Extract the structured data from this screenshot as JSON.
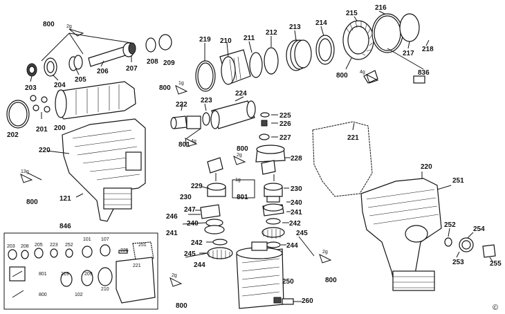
{
  "labels": [
    {
      "id": "l800a",
      "text": "800"
    },
    {
      "id": "l203",
      "text": "203"
    },
    {
      "id": "l204",
      "text": "204"
    },
    {
      "id": "l205",
      "text": "205"
    },
    {
      "id": "l206",
      "text": "206"
    },
    {
      "id": "l207",
      "text": "207"
    },
    {
      "id": "l208",
      "text": "208"
    },
    {
      "id": "l209",
      "text": "209"
    },
    {
      "id": "l219",
      "text": "219"
    },
    {
      "id": "l210",
      "text": "210"
    },
    {
      "id": "l211",
      "text": "211"
    },
    {
      "id": "l212",
      "text": "212"
    },
    {
      "id": "l213",
      "text": "213"
    },
    {
      "id": "l214",
      "text": "214"
    },
    {
      "id": "l215",
      "text": "215"
    },
    {
      "id": "l216",
      "text": "216"
    },
    {
      "id": "l217",
      "text": "217"
    },
    {
      "id": "l218",
      "text": "218"
    },
    {
      "id": "l836",
      "text": "836"
    },
    {
      "id": "l800b",
      "text": "800"
    },
    {
      "id": "l800c",
      "text": "800"
    },
    {
      "id": "l202",
      "text": "202"
    },
    {
      "id": "l201",
      "text": "201"
    },
    {
      "id": "l200",
      "text": "200"
    },
    {
      "id": "l220a",
      "text": "220"
    },
    {
      "id": "l222",
      "text": "222"
    },
    {
      "id": "l223",
      "text": "223"
    },
    {
      "id": "l224",
      "text": "224"
    },
    {
      "id": "l225",
      "text": "225"
    },
    {
      "id": "l226",
      "text": "226"
    },
    {
      "id": "l227",
      "text": "227"
    },
    {
      "id": "l221",
      "text": "221"
    },
    {
      "id": "l801a",
      "text": "801"
    },
    {
      "id": "l800d",
      "text": "800"
    },
    {
      "id": "l228",
      "text": "228"
    },
    {
      "id": "l229",
      "text": "229"
    },
    {
      "id": "l230a",
      "text": "230"
    },
    {
      "id": "l230b",
      "text": "230"
    },
    {
      "id": "l801b",
      "text": "801"
    },
    {
      "id": "l247",
      "text": "247"
    },
    {
      "id": "l240a",
      "text": "240"
    },
    {
      "id": "l246",
      "text": "246"
    },
    {
      "id": "l241a",
      "text": "241"
    },
    {
      "id": "l240b",
      "text": "240"
    },
    {
      "id": "l242a",
      "text": "242"
    },
    {
      "id": "l241b",
      "text": "241"
    },
    {
      "id": "l242b",
      "text": "242"
    },
    {
      "id": "l245a",
      "text": "245"
    },
    {
      "id": "l244a",
      "text": "244"
    },
    {
      "id": "l245b",
      "text": "245"
    },
    {
      "id": "l244b",
      "text": "244"
    },
    {
      "id": "l250",
      "text": "250"
    },
    {
      "id": "l260",
      "text": "260"
    },
    {
      "id": "l800e",
      "text": "800"
    },
    {
      "id": "l800f",
      "text": "800"
    },
    {
      "id": "l220b",
      "text": "220"
    },
    {
      "id": "l251a",
      "text": "251"
    },
    {
      "id": "l252",
      "text": "252"
    },
    {
      "id": "l254",
      "text": "254"
    },
    {
      "id": "l253",
      "text": "253"
    },
    {
      "id": "l255",
      "text": "255"
    },
    {
      "id": "l121",
      "text": "121"
    },
    {
      "id": "l800g",
      "text": "800"
    },
    {
      "id": "l846",
      "text": "846"
    }
  ],
  "inset": {
    "labels": [
      {
        "id": "i203",
        "text": "203"
      },
      {
        "id": "i208",
        "text": "208"
      },
      {
        "id": "i205",
        "text": "205"
      },
      {
        "id": "i223",
        "text": "223"
      },
      {
        "id": "i252",
        "text": "252"
      },
      {
        "id": "i101",
        "text": "101"
      },
      {
        "id": "i107",
        "text": "107"
      },
      {
        "id": "i225",
        "text": "225"
      },
      {
        "id": "i251",
        "text": "251"
      },
      {
        "id": "i801",
        "text": "801"
      },
      {
        "id": "i219",
        "text": "219"
      },
      {
        "id": "i209",
        "text": "209"
      },
      {
        "id": "i210",
        "text": "210"
      },
      {
        "id": "i221",
        "text": "221"
      },
      {
        "id": "i800",
        "text": "800"
      },
      {
        "id": "i102",
        "text": "102"
      }
    ]
  },
  "grease": [
    {
      "id": "g1",
      "text": "2g"
    },
    {
      "id": "g2",
      "text": "1g"
    },
    {
      "id": "g3",
      "text": "4g"
    },
    {
      "id": "g4",
      "text": "2g"
    },
    {
      "id": "g5",
      "text": "1g"
    },
    {
      "id": "g6",
      "text": "13g"
    },
    {
      "id": "g7",
      "text": "4g"
    },
    {
      "id": "g8",
      "text": "2g"
    },
    {
      "id": "g9",
      "text": "2g"
    }
  ],
  "copyright": "©"
}
